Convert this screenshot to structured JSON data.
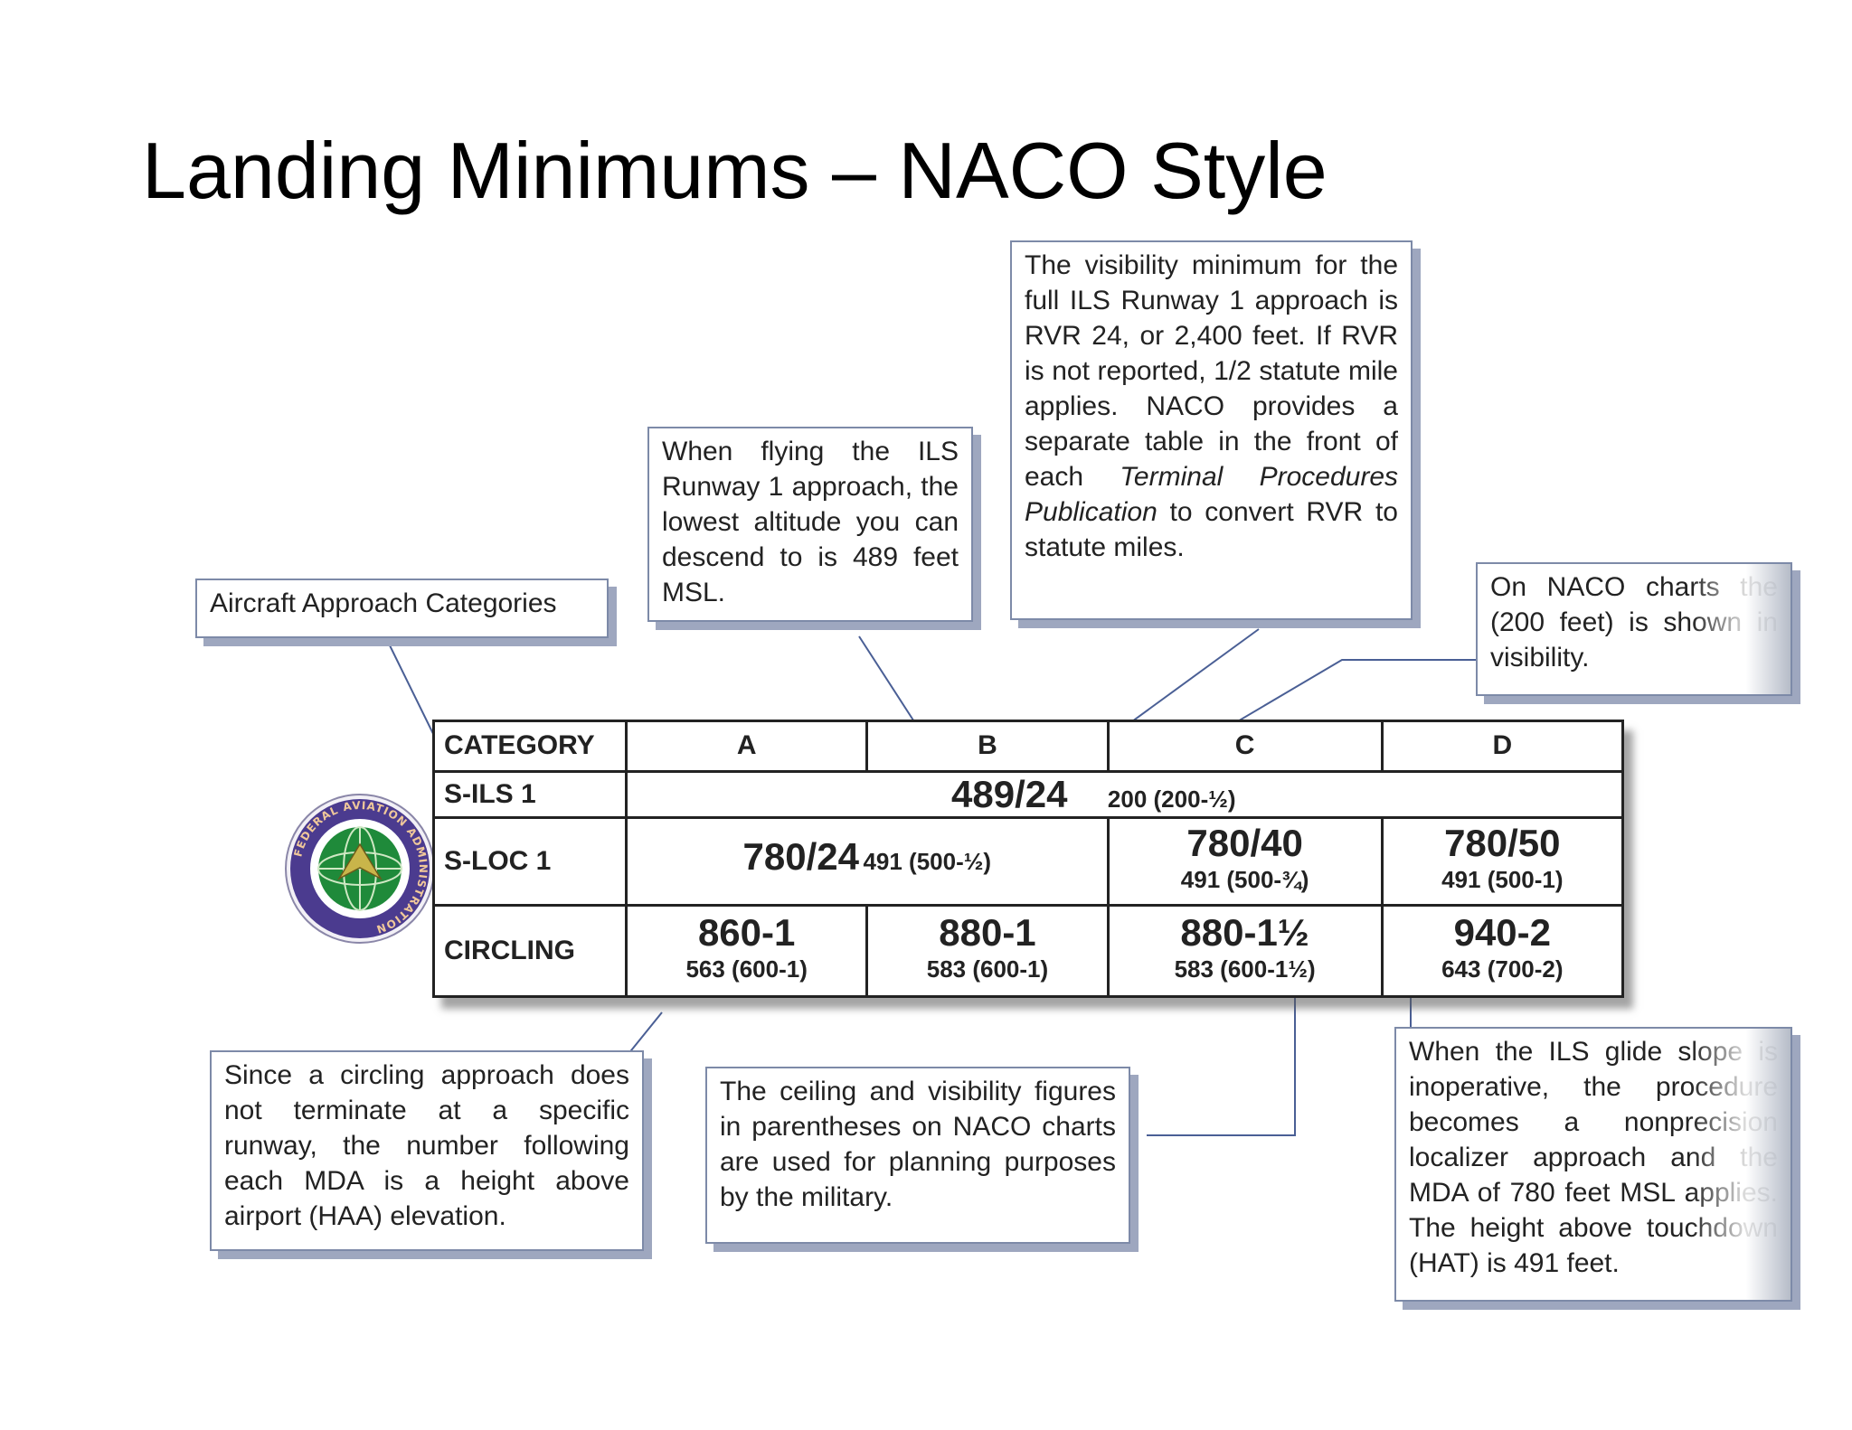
{
  "title": "Landing Minimums – NACO Style",
  "callouts": {
    "categories": "Aircraft Approach Categories",
    "ils_altitude": "When flying the ILS Runway 1 approach, the lowest altitude you can descend to is 489 feet MSL.",
    "visibility": {
      "part1": "The visibility minimum for the full ILS Runway 1 approach is RVR 24, or 2,400 feet. If RVR is not reported, 1/2 statute mile applies. NACO provides a separate table in the front of each ",
      "italic": "Terminal Procedures Publication",
      "part2": " to convert RVR to statute miles."
    },
    "naco_charts": "On NACO charts the (200 feet) is shown in visibility.",
    "circling": "Since a circling approach does not terminate at a specific runway, the number following each MDA is a height above airport (HAA) elevation.",
    "parentheses": "The ceiling and visibility figures in parentheses on NACO charts are used for planning purposes by the military.",
    "glide_slope": "When the ILS glide slope is inoperative, the procedure becomes a nonprecision localizer approach and the MDA of 780 feet MSL applies. The height above touchdown (HAT) is 491 feet."
  },
  "table": {
    "header": {
      "label": "CATEGORY",
      "a": "A",
      "b": "B",
      "c": "C",
      "d": "D"
    },
    "sils": {
      "label": "S-ILS 1",
      "main": "489/24",
      "sub": "200 (200-½)"
    },
    "sloc": {
      "label": "S-LOC 1",
      "ab_main": "780/24",
      "ab_sub": "491 (500-½)",
      "c_main": "780/40",
      "c_sub": "491 (500-¾)",
      "d_main": "780/50",
      "d_sub": "491 (500-1)"
    },
    "circling": {
      "label": "CIRCLING",
      "a_main": "860-1",
      "a_sub": "563 (600-1)",
      "b_main": "880-1",
      "b_sub": "583 (600-1)",
      "c_main": "880-1½",
      "c_sub": "583 (600-1½)",
      "d_main": "940-2",
      "d_sub": "643 (700-2)"
    }
  },
  "seal": {
    "text": "FEDERAL AVIATION ADMINISTRATION"
  },
  "colors": {
    "callout_border": "#7d8aa8",
    "callout_shadow": "#9ea7bf",
    "leader": "#4a5f95",
    "seal_ring": "#4b3b8f",
    "seal_globe": "#1f8a3a"
  }
}
